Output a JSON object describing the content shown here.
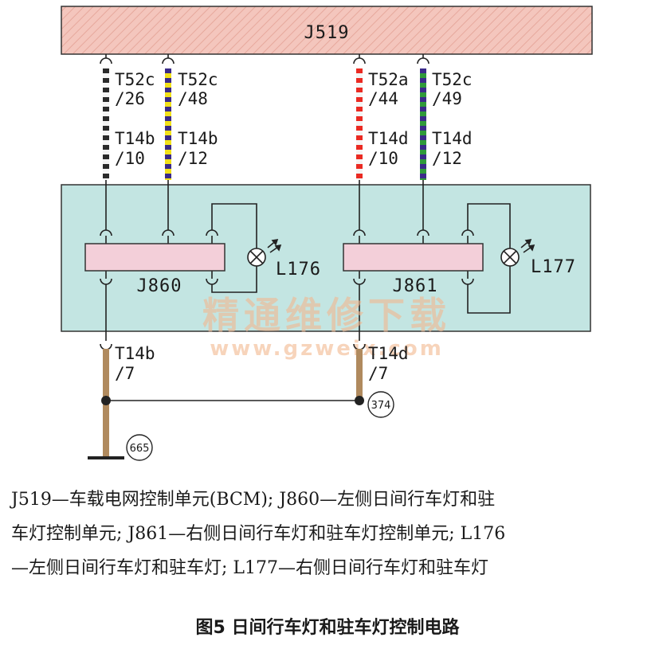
{
  "modules": {
    "j519": "J519",
    "j860": "J860",
    "j861": "J861"
  },
  "lamps": {
    "l176": "L176",
    "l177": "L177"
  },
  "connectors": {
    "w1_top": [
      "T52c",
      "/26"
    ],
    "w1_mid": [
      "T14b",
      "/10"
    ],
    "w2_top": [
      "T52c",
      "/48"
    ],
    "w2_mid": [
      "T14b",
      "/12"
    ],
    "w3_top": [
      "T52a",
      "/44"
    ],
    "w3_mid": [
      "T14d",
      "/10"
    ],
    "w4_top": [
      "T52c",
      "/49"
    ],
    "w4_mid": [
      "T14d",
      "/12"
    ],
    "g1": [
      "T14b",
      "/7"
    ],
    "g2": [
      "T14d",
      "/7"
    ]
  },
  "ground_points": {
    "p374": "374",
    "p665": "665"
  },
  "watermark": {
    "cn": "精通维修下载",
    "url": "www.gzweix.com"
  },
  "caption": {
    "line1": "J519—车载电网控制单元(BCM); J860—左侧日间行车灯和驻",
    "line2": "车灯控制单元; J861—右侧日间行车灯和驻车灯控制单元; L176",
    "line3": "—左侧日间行车灯和驻车灯; L177—右侧日间行车灯和驻车灯",
    "figure": "图5    日间行车灯和驻车灯控制电路"
  },
  "colors": {
    "j519_fill": "#f4c6bd",
    "j519_stripe": "#e6a89c",
    "panel_fill": "#c3e5e2",
    "unit_fill": "#f3cfd9",
    "wire_ground": "#b08a5e",
    "wire_black": "#2a2a2a",
    "wire_yellow": "#f2e21a",
    "wire_red": "#ea2a22",
    "wire_green": "#2f9a3a",
    "wire_violet": "#3a2a8a",
    "wire_white": "#f4f4f4"
  }
}
